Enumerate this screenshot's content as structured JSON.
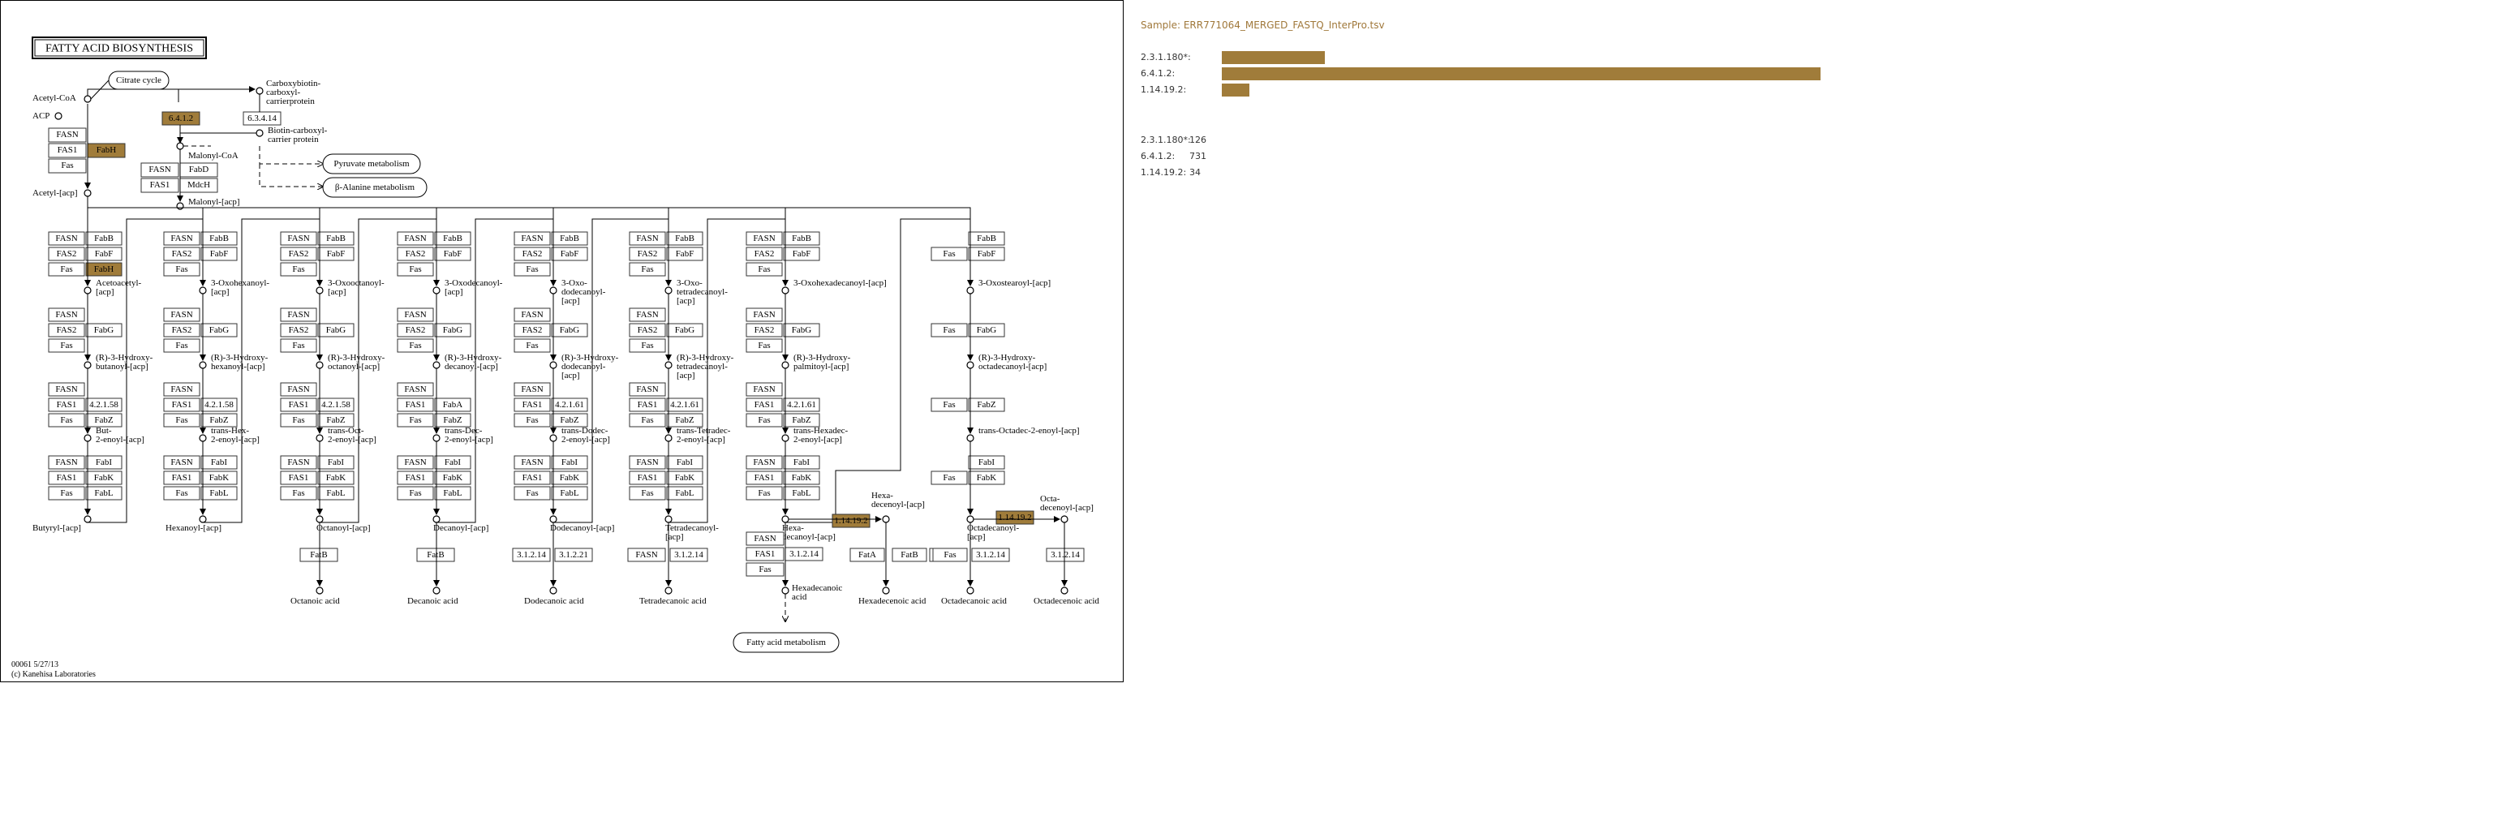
{
  "map": {
    "title": "FATTY ACID BIOSYNTHESIS",
    "footer_line1": "00061 5/27/13",
    "footer_line2": "(c) Kanehisa Laboratories",
    "colors": {
      "highlight": "#a07c3a",
      "line": "#000000",
      "box_border": "#333333"
    },
    "highlighted_enzymes": [
      "FabH",
      "FabH",
      "6.4.1.2",
      "1.14.19.2",
      "1.14.19.2"
    ]
  },
  "labels": {
    "citrate_cycle": "Citrate cycle",
    "acetyl_coa": "Acetyl-CoA",
    "acp": "ACP",
    "carboxybiotin_1": "Carboxybiotin-",
    "carboxybiotin_2": "carboxyl-",
    "carboxybiotin_3": "carrierprotein",
    "biotin_1": "Biotin-carboxyl-",
    "biotin_2": "carrier protein",
    "malonyl_coa": "Malonyl-CoA",
    "malonyl_acp": "Malonyl-[acp]",
    "pyruvate_metabolism": "Pyruvate metabolism",
    "beta_alanine": "β-Alanine metabolism",
    "acetyl_acp": "Acetyl-[acp]",
    "acetoacetyl_1": "Acetoacetyl-",
    "acetoacetyl_2": "[acp]",
    "r3_hydroxybutanoyl_1": "(R)-3-Hydroxy-",
    "r3_hydroxybutanoyl_2": "butanoyl-[acp]",
    "but2_1": "But-",
    "but2_2": "2-enoyl-[acp]",
    "butyryl": "Butyryl-[acp]",
    "oxohexanoyl_1": "3-Oxohexanoyl-",
    "oxohexanoyl_2": "[acp]",
    "r3_hexanoyl_1": "(R)-3-Hydroxy-",
    "r3_hexanoyl_2": "hexanoyl-[acp]",
    "transhex_1": "trans-Hex-",
    "transhex_2": "2-enoyl-[acp]",
    "hexanoyl": "Hexanoyl-[acp]",
    "oxooctanoyl_1": "3-Oxooctanoyl-",
    "oxooctanoyl_2": "[acp]",
    "r3_octanoyl_1": "(R)-3-Hydroxy-",
    "r3_octanoyl_2": "octanoyl-[acp]",
    "transoct_1": "trans-Oct-",
    "transoct_2": "2-enoyl-[acp]",
    "octanoyl": "Octanoyl-[acp]",
    "oxodecanoyl_1": "3-Oxodecanoyl-",
    "oxodecanoyl_2": "[acp]",
    "r3_decanoyl_1": "(R)-3-Hydroxy-",
    "r3_decanoyl_2": "decanoyl-[acp]",
    "transdec_1": "trans-Dec-",
    "transdec_2": "2-enoyl-[acp]",
    "decanoyl": "Decanoyl-[acp]",
    "oxododecanoyl_1": "3-Oxo-",
    "oxododecanoyl_2": "dodecanoyl-",
    "oxododecanoyl_3": "[acp]",
    "r3_dodecanoyl_1": "(R)-3-Hydroxy-",
    "r3_dodecanoyl_2": "dodecanoyl-",
    "r3_dodecanoyl_3": "[acp]",
    "transdodec_1": "trans-Dodec-",
    "transdodec_2": "2-enoyl-[acp]",
    "dodecanoyl": "Dodecanoyl-[acp]",
    "oxotetradecanoyl_1": "3-Oxo-",
    "oxotetradecanoyl_2": "tetradecanoyl-",
    "oxotetradecanoyl_3": "[acp]",
    "r3_tetradecanoyl_1": "(R)-3-Hydroxy-",
    "r3_tetradecanoyl_2": "tetradecanoyl-",
    "r3_tetradecanoyl_3": "[acp]",
    "transtetradec_1": "trans-Tetradec-",
    "transtetradec_2": "2-enoyl-[acp]",
    "tetradecanoyl_1": "Tetradecanoyl-",
    "tetradecanoyl_2": "[acp]",
    "oxohexadecanoyl": "3-Oxohexadecanoyl-[acp]",
    "r3_palmitoyl_1": "(R)-3-Hydroxy-",
    "r3_palmitoyl_2": "palmitoyl-[acp]",
    "transhexadec_1": "trans-Hexadec-",
    "transhexadec_2": "2-enoyl-[acp]",
    "hexadecanoyl_1": "Hexa-",
    "hexadecanoyl_2": "decanoyl-[acp]",
    "hexadecenoyl_1": "Hexa-",
    "hexadecenoyl_2": "decenoyl-[acp]",
    "oxooctadecanoyl": "3-Oxostearoyl-[acp]",
    "r3_octadecanoyl_1": "(R)-3-Hydroxy-",
    "r3_octadecanoyl_2": "octadecanoyl-[acp]",
    "transoctadec": "trans-Octadec-2-enoyl-[acp]",
    "octadecanoyl_1": "Octadecanoyl-",
    "octadecanoyl_2": "[acp]",
    "octadecenoyl_1": "Octa-",
    "octadecenoyl_2": "decenoyl-[acp]",
    "octanoic_acid": "Octanoic acid",
    "decanoic_acid": "Decanoic acid",
    "dodecanoic_acid": "Dodecanoic acid",
    "tetradecanoic_acid": "Tetradecanoic acid",
    "hexadecanoic_acid_1": "Hexadecanoic",
    "hexadecanoic_acid_2": "acid",
    "hexadecenoic_acid": "Hexadecenoic acid",
    "octadecanoic_acid": "Octadecanoic acid",
    "octadecenoic_acid": "Octadecenoic acid",
    "fatty_acid_metabolism": "Fatty acid metabolism"
  },
  "enzymes": {
    "fasn": "FASN",
    "fas1": "FAS1",
    "fas2": "FAS2",
    "fas": "Fas",
    "fabh": "FabH",
    "fabd": "FabD",
    "mlth": "MdcH",
    "fabb": "FabB",
    "fabf": "FabF",
    "fabg": "FabG",
    "fabz": "FabZ",
    "fabi": "FabI",
    "fabk": "FabK",
    "fabl": "FabL",
    "faba": "FabA",
    "fata": "FatA",
    "fatb": "FatB",
    "ec_6412": "6.4.1.2",
    "ec_6314": "6.3.4.14",
    "ec_42158": "4.2.1.58",
    "ec_42161": "4.2.1.61",
    "ec_312114": "3.1.2.14",
    "ec_31221": "3.1.2.21",
    "ec_114192": "1.14.19.2"
  },
  "panel": {
    "sample": "Sample: ERR771064_MERGED_FASTQ_InterPro.tsv",
    "bars": [
      {
        "label": "2.3.1.180*:",
        "value": 126
      },
      {
        "label": "6.4.1.2:",
        "value": 731
      },
      {
        "label": "1.14.19.2:",
        "value": 34
      }
    ],
    "counts": [
      {
        "label": "2.3.1.180*:",
        "value": "126"
      },
      {
        "label": "6.4.1.2:",
        "value": "731"
      },
      {
        "label": "1.14.19.2:",
        "value": "34"
      }
    ]
  }
}
